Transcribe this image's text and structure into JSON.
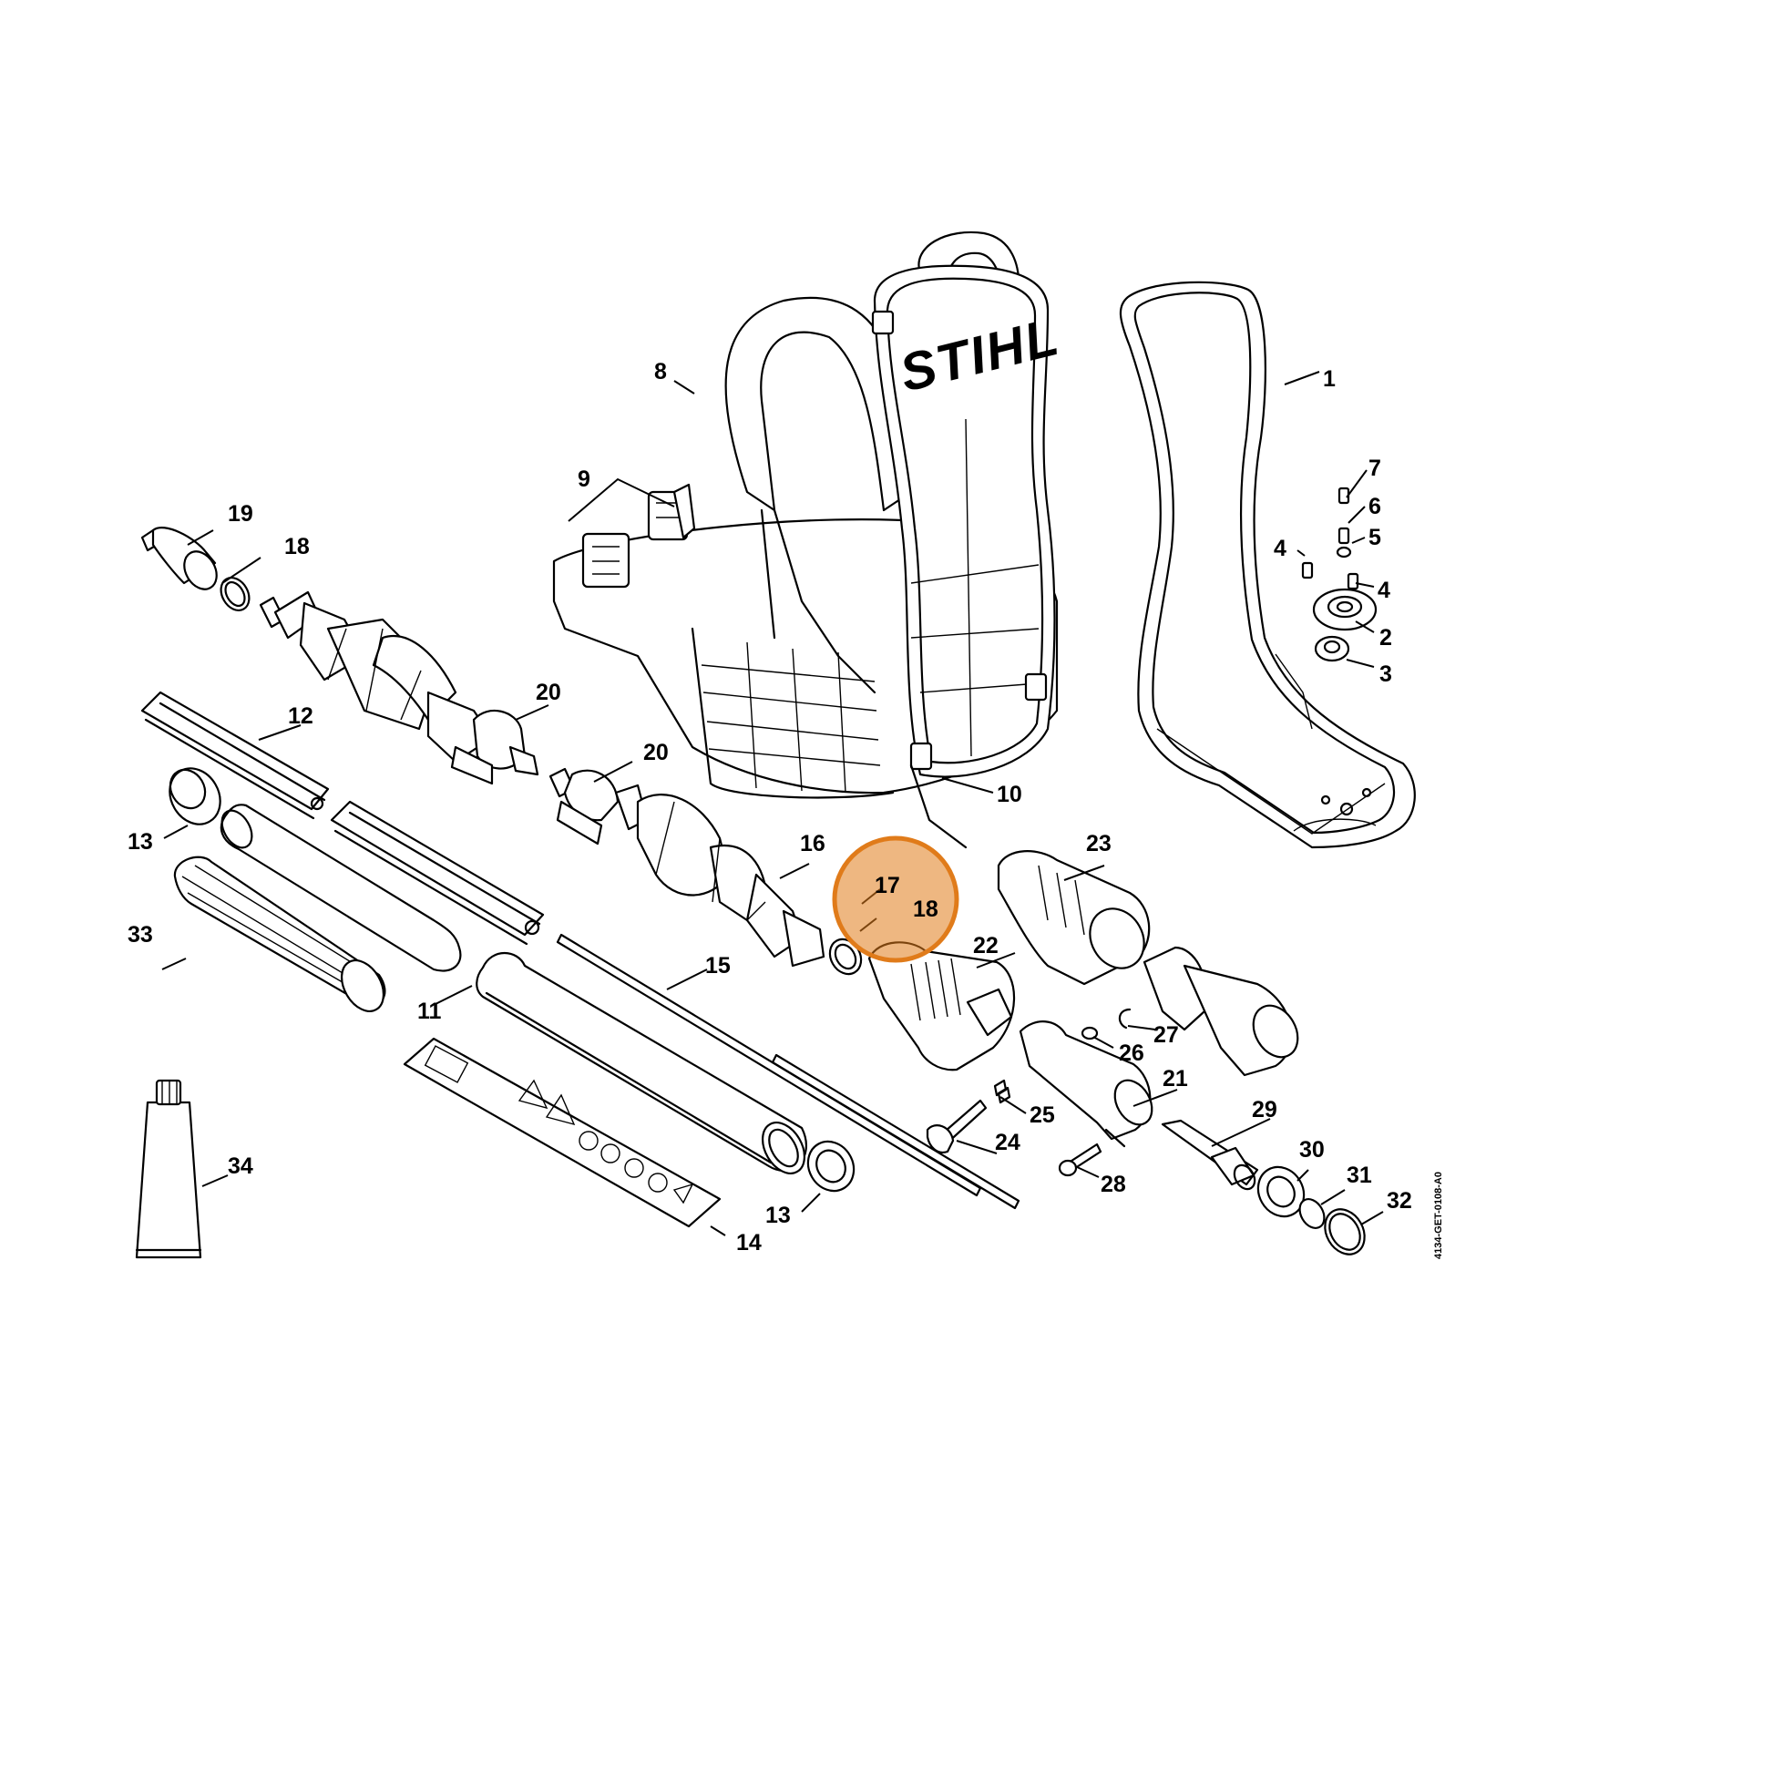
{
  "brand": "STIHL",
  "document_id": "4134-GET-0108-A0",
  "highlight": {
    "color": "#e07b1a",
    "marks_parts": [
      "17",
      "18"
    ]
  },
  "callouts": {
    "p1": "1",
    "p2": "2",
    "p3": "3",
    "p4a": "4",
    "p4b": "4",
    "p5": "5",
    "p6": "6",
    "p7": "7",
    "p8": "8",
    "p9": "9",
    "p10": "10",
    "p11": "11",
    "p12": "12",
    "p13a": "13",
    "p13b": "13",
    "p14": "14",
    "p15": "15",
    "p16": "16",
    "p17": "17",
    "p18a": "18",
    "p18b": "18",
    "p19": "19",
    "p20a": "20",
    "p20b": "20",
    "p21": "21",
    "p22": "22",
    "p23": "23",
    "p24": "24",
    "p25": "25",
    "p26": "26",
    "p27": "27",
    "p28": "28",
    "p29": "29",
    "p30": "30",
    "p31": "31",
    "p32": "32",
    "p33": "33",
    "p34": "34"
  }
}
